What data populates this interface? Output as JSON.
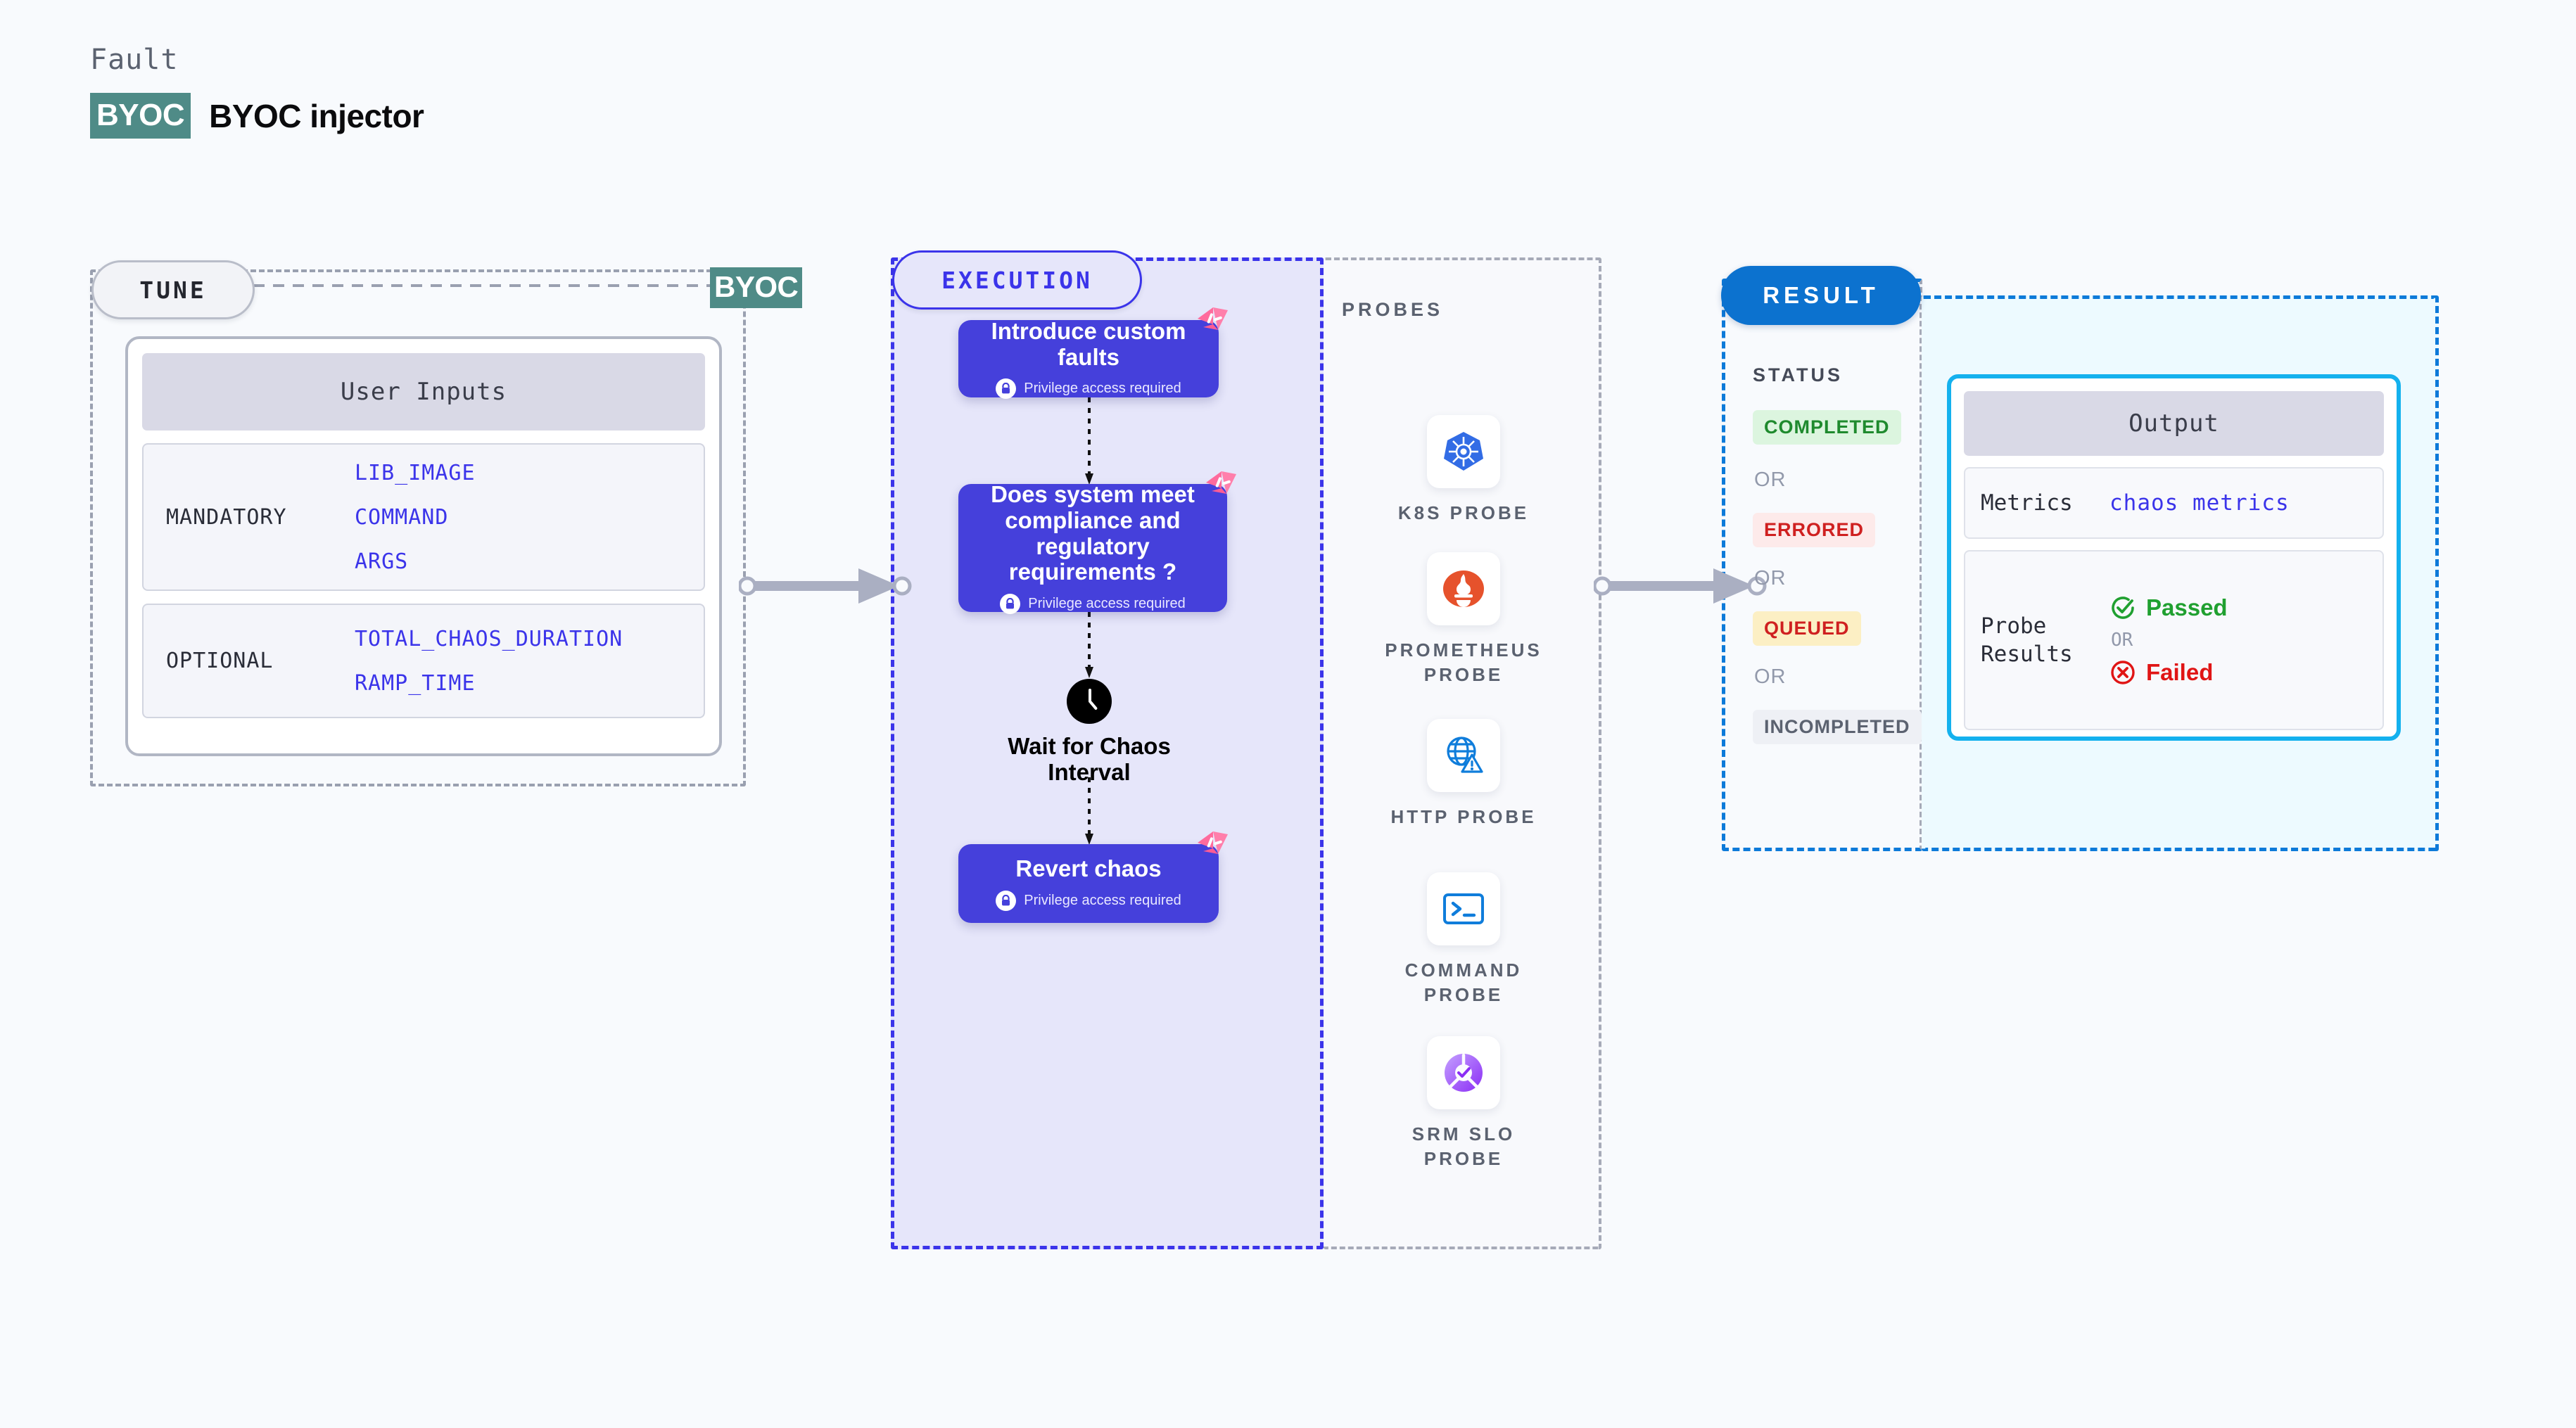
{
  "header": {
    "eyebrow": "Fault",
    "badge": "BYOC",
    "title": "BYOC injector"
  },
  "colors": {
    "page_bg": "#f8fafd",
    "byoc_teal": "#4f8b87",
    "execution_purple": "#3b34ea",
    "node_purple": "#4540db",
    "execution_fill": "#e6e6fa",
    "result_blue": "#0c72cf",
    "result_fill": "#edfaff",
    "output_border": "#14b1ee",
    "ribbon_pink": "#ff6b9d",
    "completed_green": "#1f8a2e",
    "errored_red": "#cf2020",
    "queued_red": "#cf2020",
    "incompleted_gray": "#5b6270"
  },
  "tune": {
    "stage_label": "TUNE",
    "connector_badge": "BYOC",
    "card_title": "User Inputs",
    "groups": [
      {
        "label": "MANDATORY",
        "values": [
          "LIB_IMAGE",
          "COMMAND",
          "ARGS"
        ]
      },
      {
        "label": "OPTIONAL",
        "values": [
          "TOTAL_CHAOS_DURATION",
          "RAMP_TIME"
        ]
      }
    ]
  },
  "execution": {
    "stage_label": "EXECUTION",
    "privilege_note": "Privilege access required",
    "nodes": [
      {
        "title": "Introduce custom faults",
        "privileged": true
      },
      {
        "title": "Does system meet compliance and regulatory requirements ?",
        "privileged": true
      },
      {
        "title": "Revert chaos",
        "privileged": true
      }
    ],
    "wait_label": "Wait for Chaos Interval"
  },
  "probes": {
    "title": "PROBES",
    "items": [
      {
        "label": "K8S PROBE",
        "icon": "kubernetes-icon"
      },
      {
        "label": "PROMETHEUS\nPROBE",
        "icon": "prometheus-icon"
      },
      {
        "label": "HTTP PROBE",
        "icon": "http-globe-icon"
      },
      {
        "label": "COMMAND\nPROBE",
        "icon": "terminal-icon"
      },
      {
        "label": "SRM SLO\nPROBE",
        "icon": "srm-slo-icon"
      }
    ]
  },
  "result": {
    "stage_label": "RESULT",
    "status_title": "STATUS",
    "or_label": "OR",
    "statuses": [
      {
        "label": "COMPLETED",
        "fg": "#1f8a2e",
        "bg": "#dcf5df"
      },
      {
        "label": "ERRORED",
        "fg": "#cf2020",
        "bg": "#fdeaea"
      },
      {
        "label": "QUEUED",
        "fg": "#cf2020",
        "bg": "#fcefc4"
      },
      {
        "label": "INCOMPLETED",
        "fg": "#5b6270",
        "bg": "#eef0f5"
      }
    ],
    "output": {
      "title": "Output",
      "metrics_key": "Metrics",
      "metrics_value": "chaos metrics",
      "probe_key": "Probe\nResults",
      "passed_label": "Passed",
      "failed_label": "Failed",
      "or_label": "OR"
    }
  }
}
